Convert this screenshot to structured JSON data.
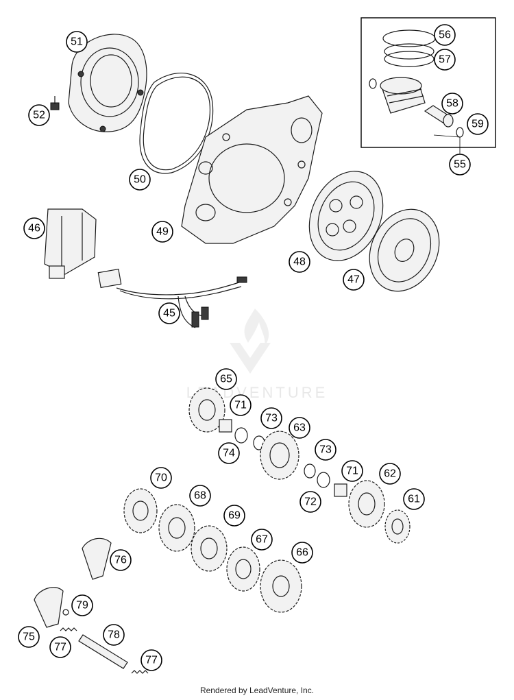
{
  "diagram": {
    "watermark": "LEADVENTURE",
    "footer": "Rendered by LeadVenture, Inc.",
    "callouts": {
      "c51": "51",
      "c52": "52",
      "c50": "50",
      "c49": "49",
      "c46": "46",
      "c48": "48",
      "c47": "47",
      "c45": "45",
      "c56": "56",
      "c57": "57",
      "c58": "58",
      "c59": "59",
      "c55": "55",
      "c65": "65",
      "c71a": "71",
      "c73a": "73",
      "c63": "63",
      "c74": "74",
      "c73b": "73",
      "c71b": "71",
      "c62": "62",
      "c72": "72",
      "c61": "61",
      "c70": "70",
      "c68": "68",
      "c69": "69",
      "c67": "67",
      "c66": "66",
      "c76": "76",
      "c79": "79",
      "c78": "78",
      "c75": "75",
      "c77a": "77",
      "c77b": "77"
    }
  }
}
